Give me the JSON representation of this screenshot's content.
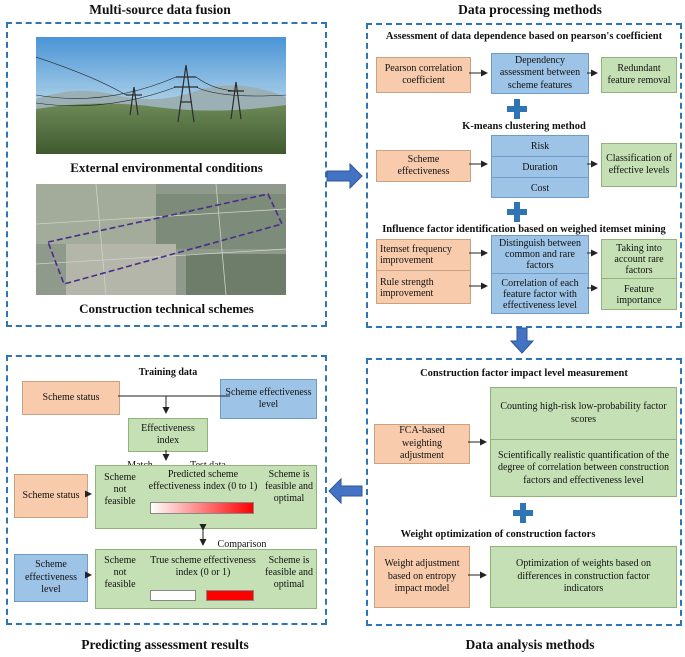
{
  "panels": {
    "fusion": {
      "title": "Multi-source data fusion",
      "caption1": "External environmental conditions",
      "caption2": "Construction technical schemes"
    },
    "processing": {
      "title": "Data processing methods",
      "s1_title": "Assessment of data dependence based on pearson's coefficient",
      "s1_box1": "Pearson correlation coefficient",
      "s1_box2": "Dependency assessment between scheme features",
      "s1_box3": "Redundant feature removal",
      "s2_title": "K-means clustering method",
      "s2_box1": "Scheme effectiveness",
      "s2_cells": [
        "Risk",
        "Duration",
        "Cost"
      ],
      "s2_box3": "Classification of effective levels",
      "s3_title": "Influence factor identification based on weighed itemset mining",
      "s3_left1": "Itemset frequency improvement",
      "s3_left2": "Rule strength improvement",
      "s3_mid1": "Distinguish between common and rare factors",
      "s3_mid2": "Correlation of each feature factor with effectiveness level",
      "s3_right1": "Taking into account rare factors",
      "s3_right2": "Feature importance"
    },
    "analysis": {
      "title": "Data analysis methods",
      "s1_title": "Construction factor impact level measurement",
      "s1_left": "FCA-based weighting adjustment",
      "s1_right1": "Counting high-risk low-probability factor scores",
      "s1_right2": "Scientifically realistic quantification of the degree of correlation between construction factors and effectiveness level",
      "s2_title": "Weight optimization of  construction factors",
      "s2_left": "Weight adjustment based on entropy impact model",
      "s2_right": "Optimization of weights based on differences in construction factor indicators"
    },
    "predicting": {
      "title": "Predicting assessment results",
      "training_label": "Training data",
      "scheme_status": "Scheme status",
      "effectiveness_level": "Scheme effectiveness level",
      "effectiveness_index": "Effectiveness index",
      "match": "Match",
      "test_data": "Test data",
      "scheme_status_2": "Scheme status",
      "not_feasible": "Scheme not feasible",
      "predicted": "Predicted scheme effectiveness index (0 to 1)",
      "feasible": "Scheme is feasible and optimal",
      "comparison": "Comparison",
      "effectiveness_level_2": "Scheme effectiveness level",
      "not_feasible_2": "Scheme not feasible",
      "true_index": "True scheme effectiveness index (0 or 1)",
      "feasible_2": "Scheme is feasible and optimal"
    }
  },
  "icons": [
    "flow-arrow-right-icon",
    "flow-arrow-down-icon",
    "flow-arrow-left-icon",
    "plus-icon"
  ],
  "colors": {
    "panel_border": "#2e75b6",
    "orange_box": "#f8cbad",
    "blue_box": "#9dc3e6",
    "green_box": "#c5e0b4",
    "gradient_red": "#ff0000"
  }
}
